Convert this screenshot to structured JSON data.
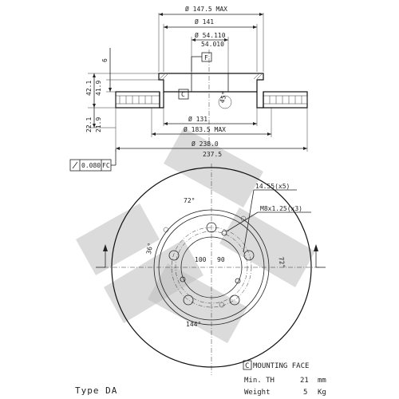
{
  "diagram": {
    "section_dims": {
      "d_147_5_max": "Ø 147.5 MAX",
      "d_141": "Ø 141",
      "d_54_110": "Ø 54.110",
      "d_54_010": "54.010",
      "d_131": "Ø 131",
      "d_183_5_max": "Ø 183.5 MAX",
      "d_238_0": "Ø 238.0",
      "d_237_5": "237.5",
      "h_6": "6",
      "h_42_1": "42.1",
      "h_41_9": "41.9",
      "h_22_1": "22.1",
      "h_21_9": "21.9",
      "angle_45": "45°",
      "flag_f": "F",
      "flag_c": "C"
    },
    "tolerance_box": {
      "value": "0.080",
      "ref": "FC"
    },
    "front_view": {
      "angle_72_top": "72°",
      "angle_36": "36°",
      "angle_72_right": "72°",
      "angle_144": "144°",
      "d_100": "100",
      "d_90": "90",
      "hole_label": "14.55(x5)",
      "thread_label": "M8x1.25(x3)"
    },
    "notes": {
      "mounting_flag": "C",
      "mounting_face": "MOUNTING FACE",
      "min_th_label": "Min. TH",
      "min_th_value": "21",
      "min_th_unit": "mm",
      "weight_label": "Weight",
      "weight_value": "5",
      "weight_unit": "Kg",
      "type": "Type DA"
    }
  }
}
